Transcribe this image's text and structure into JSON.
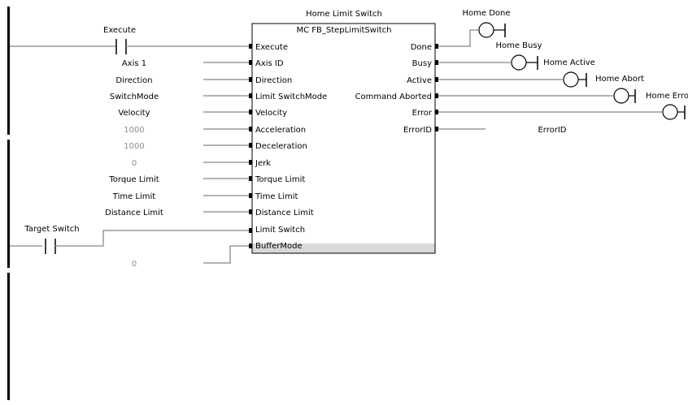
{
  "block": {
    "instance_name": "Home Limit Switch",
    "type_name": "MC FB_StepLimitSwitch",
    "inputs": [
      "Execute",
      "Axis ID",
      "Direction",
      "Limit SwitchMode",
      "Velocity",
      "Acceleration",
      "Deceleration",
      "Jerk",
      "Torque Limit",
      "Time Limit",
      "Distance Limit",
      "Limit Switch",
      "BufferMode"
    ],
    "outputs": [
      "Done",
      "Busy",
      "Active",
      "Command Aborted",
      "Error",
      "ErrorID"
    ]
  },
  "contacts": {
    "execute": "Execute",
    "target_switch": "Target Switch"
  },
  "input_variables": [
    "Axis 1",
    "Direction",
    "SwitchMode",
    "Velocity",
    "1000",
    "1000",
    "0",
    "Torque Limit",
    "Time Limit",
    "Distance Limit"
  ],
  "buffer_mode_value": "0",
  "coils": [
    "Home Done",
    "Home Busy",
    "Home Active",
    "Home Abort",
    "Home Erro"
  ],
  "error_id_variable": "ErrorID",
  "colors": {
    "rung_line": "#9a9a9a",
    "rail": "#000000",
    "constant_text": "#8c8c8c",
    "block_border": "#000000",
    "selected_row": "#d9d9d9"
  }
}
